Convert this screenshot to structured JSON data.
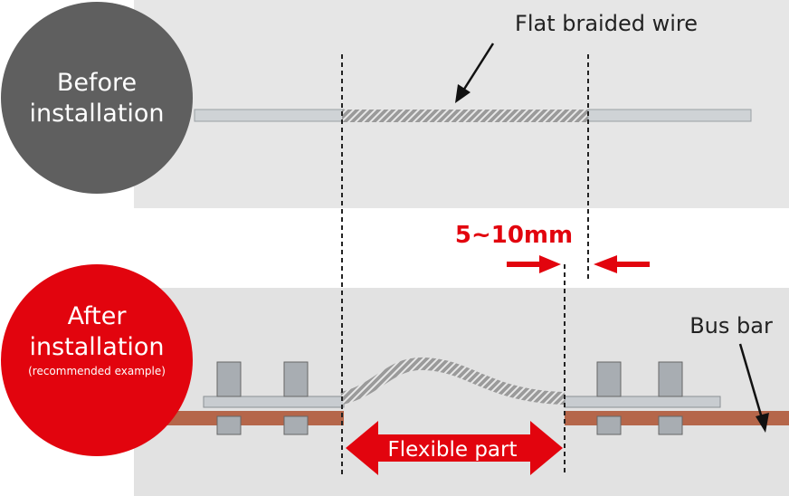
{
  "before": {
    "line1": "Before",
    "line2": "installation"
  },
  "after": {
    "line1": "After",
    "line2": "installation",
    "line3": "(recommended example)"
  },
  "labels": {
    "flat_braided_wire": "Flat braided wire",
    "gap": "5~10mm",
    "bus_bar": "Bus bar",
    "flexible_part": "Flexible part"
  },
  "colors": {
    "red": "#e2040e",
    "dark_circle": "#5f5f5f",
    "photo_bg": "#e4e4e4",
    "copper": "#b5664a"
  }
}
